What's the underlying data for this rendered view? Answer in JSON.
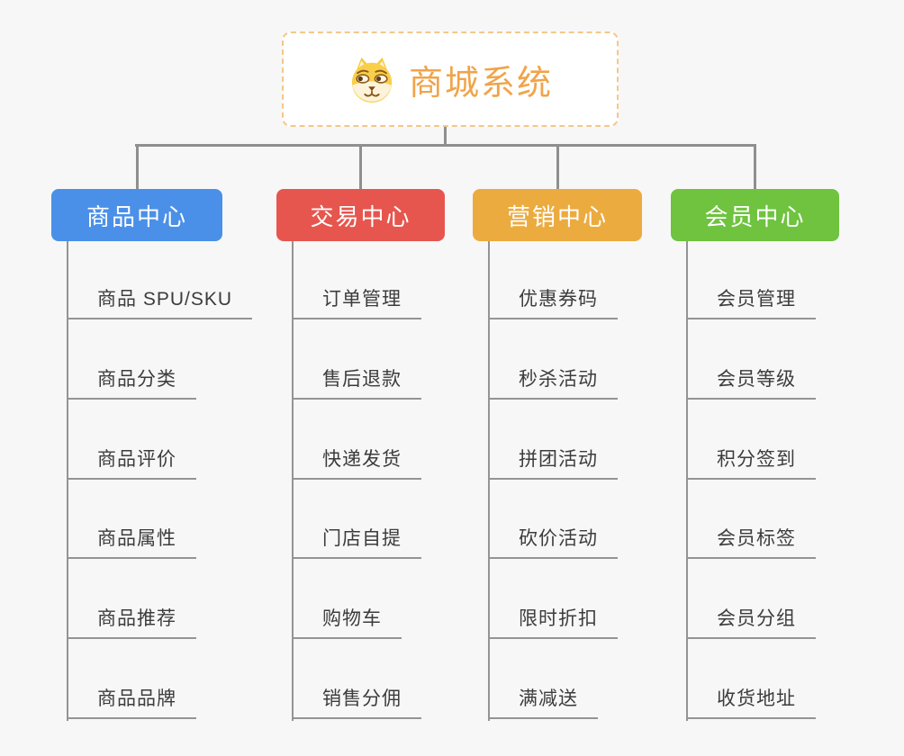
{
  "canvas": {
    "background": "#f7f7f7"
  },
  "root": {
    "title": "商城系统",
    "title_color": "#f0a44a",
    "border_color": "#f3c88a",
    "background": "#ffffff",
    "icon": "shiba-dog-icon"
  },
  "connectors": {
    "line_color": "#8f8f8f",
    "branch_line_color": "#949494"
  },
  "branches": [
    {
      "label": "商品中心",
      "color": "#4a90e8",
      "children": [
        "商品 SPU/SKU",
        "商品分类",
        "商品评价",
        "商品属性",
        "商品推荐",
        "商品品牌"
      ]
    },
    {
      "label": "交易中心",
      "color": "#e6564e",
      "children": [
        "订单管理",
        "售后退款",
        "快递发货",
        "门店自提",
        "购物车",
        "销售分佣"
      ]
    },
    {
      "label": "营销中心",
      "color": "#ecab3f",
      "children": [
        "优惠券码",
        "秒杀活动",
        "拼团活动",
        "砍价活动",
        "限时折扣",
        "满减送"
      ]
    },
    {
      "label": "会员中心",
      "color": "#6fc33f",
      "children": [
        "会员管理",
        "会员等级",
        "积分签到",
        "会员标签",
        "会员分组",
        "收货地址"
      ]
    }
  ]
}
